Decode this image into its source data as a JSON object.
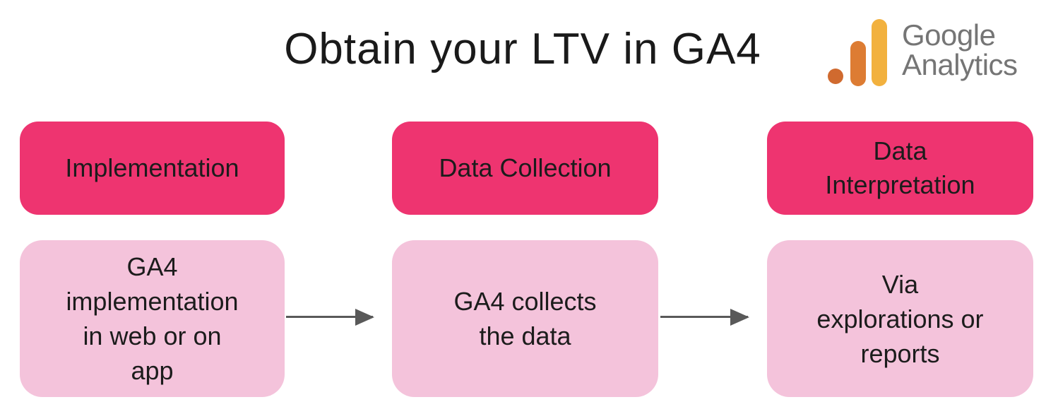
{
  "title": "Obtain your LTV in GA4",
  "logo": {
    "line1": "Google",
    "line2": "Analytics"
  },
  "colors": {
    "header_bg": "#EE3470",
    "step_bg": "#F4C3DB",
    "arrow": "#595959",
    "ga_bar_tall": "#F2B13E",
    "ga_bar_mid": "#DD7C33",
    "ga_dot": "#D06A2F",
    "ga_text": "#757575"
  },
  "columns": [
    {
      "header": "Implementation",
      "header_lines": [
        "Implementation"
      ],
      "body": "GA4 implementation in web or on app",
      "body_lines": [
        "GA4",
        "implementation",
        "in web or on",
        "app"
      ]
    },
    {
      "header": "Data Collection",
      "header_lines": [
        "Data Collection"
      ],
      "body": "GA4 collects the data",
      "body_lines": [
        "GA4 collects",
        "the data"
      ]
    },
    {
      "header": "Data Interpretation",
      "header_lines": [
        "Data",
        "Interpretation"
      ],
      "body": "Via explorations or reports",
      "body_lines": [
        "Via",
        "explorations or",
        "reports"
      ]
    }
  ]
}
